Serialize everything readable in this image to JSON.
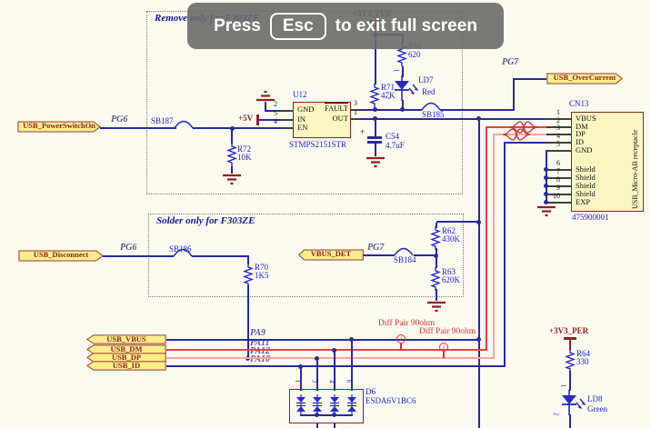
{
  "overlay": {
    "prefix": "Press",
    "key": "Esc",
    "suffix": "to exit full screen"
  },
  "boxes": {
    "remove": "Remove only for F303ZE",
    "solder": "Solder only for F303ZE"
  },
  "power": {
    "p5v": "+5V",
    "p3v3_top": "+3V3_PER",
    "p3v3_bottom": "+3V3_PER"
  },
  "ports": {
    "power_switch_on": {
      "label": "USB_PowerSwitchOn",
      "net": "PG6"
    },
    "over_current": {
      "label": "USB_OverCurrent",
      "net": "PG7"
    },
    "disconnect": {
      "label": "USB_Disconnect",
      "net": "PG6"
    },
    "vbus_det": {
      "label": "VBUS_DET",
      "net": "PG7"
    },
    "vbus": {
      "label": "USB_VBUS",
      "net": "PA9"
    },
    "dm": {
      "label": "USB_DM",
      "net": "PA11"
    },
    "dp": {
      "label": "USB_DP",
      "net": "PA12"
    },
    "id": {
      "label": "USB_ID",
      "net": "PA10"
    }
  },
  "components": {
    "u12": {
      "ref": "U12",
      "part": "STMPS2151STR",
      "left_pins": [
        {
          "n": "2",
          "name": "GND"
        },
        {
          "n": "5",
          "name": "IN"
        },
        {
          "n": "4",
          "name": "EN"
        }
      ],
      "right_pins": [
        {
          "n": "3",
          "name": "FAULT"
        },
        {
          "n": "1",
          "name": "OUT"
        }
      ]
    },
    "cn13": {
      "ref": "CN13",
      "mpn": "475900001",
      "desc": "USB_Micro-AB receptacle",
      "pins": [
        {
          "n": "1",
          "name": "VBUS"
        },
        {
          "n": "2",
          "name": "DM"
        },
        {
          "n": "3",
          "name": "DP"
        },
        {
          "n": "4",
          "name": "ID"
        },
        {
          "n": "5",
          "name": "GND"
        },
        {
          "n": "6",
          "name": "Shield"
        },
        {
          "n": "7",
          "name": "Shield"
        },
        {
          "n": "8",
          "name": "Shield"
        },
        {
          "n": "9",
          "name": "Shield"
        },
        {
          "n": "10",
          "name": "EXP"
        }
      ]
    },
    "d6": {
      "ref": "D6",
      "part": "ESDA6V1BC6",
      "pins": [
        "1",
        "3",
        "4",
        "6"
      ]
    },
    "r61": {
      "ref": "R61",
      "val": "620"
    },
    "r71": {
      "ref": "R71",
      "val": "47K"
    },
    "r72": {
      "ref": "R72",
      "val": "10K"
    },
    "r70": {
      "ref": "R70",
      "val": "1K5"
    },
    "r62": {
      "ref": "R62",
      "val": "430K"
    },
    "r63": {
      "ref": "R63",
      "val": "620K"
    },
    "r64": {
      "ref": "R64",
      "val": "330"
    },
    "c54": {
      "ref": "C54",
      "val": "4.7uF",
      "plus": "+"
    },
    "ld7": {
      "ref": "LD7",
      "val": "Red",
      "pin_top": "1",
      "pin_bottom": "2"
    },
    "ld8": {
      "ref": "LD8",
      "val": "Green",
      "pin_top": "1",
      "pin_bottom": "2"
    },
    "sb184": "SB184",
    "sb185": "SB185",
    "sb186": "SB186",
    "sb187": "SB187"
  },
  "annotations": {
    "diff1": "Diff Pair 90ohm",
    "diff2": "Diff Pair 90ohm"
  }
}
